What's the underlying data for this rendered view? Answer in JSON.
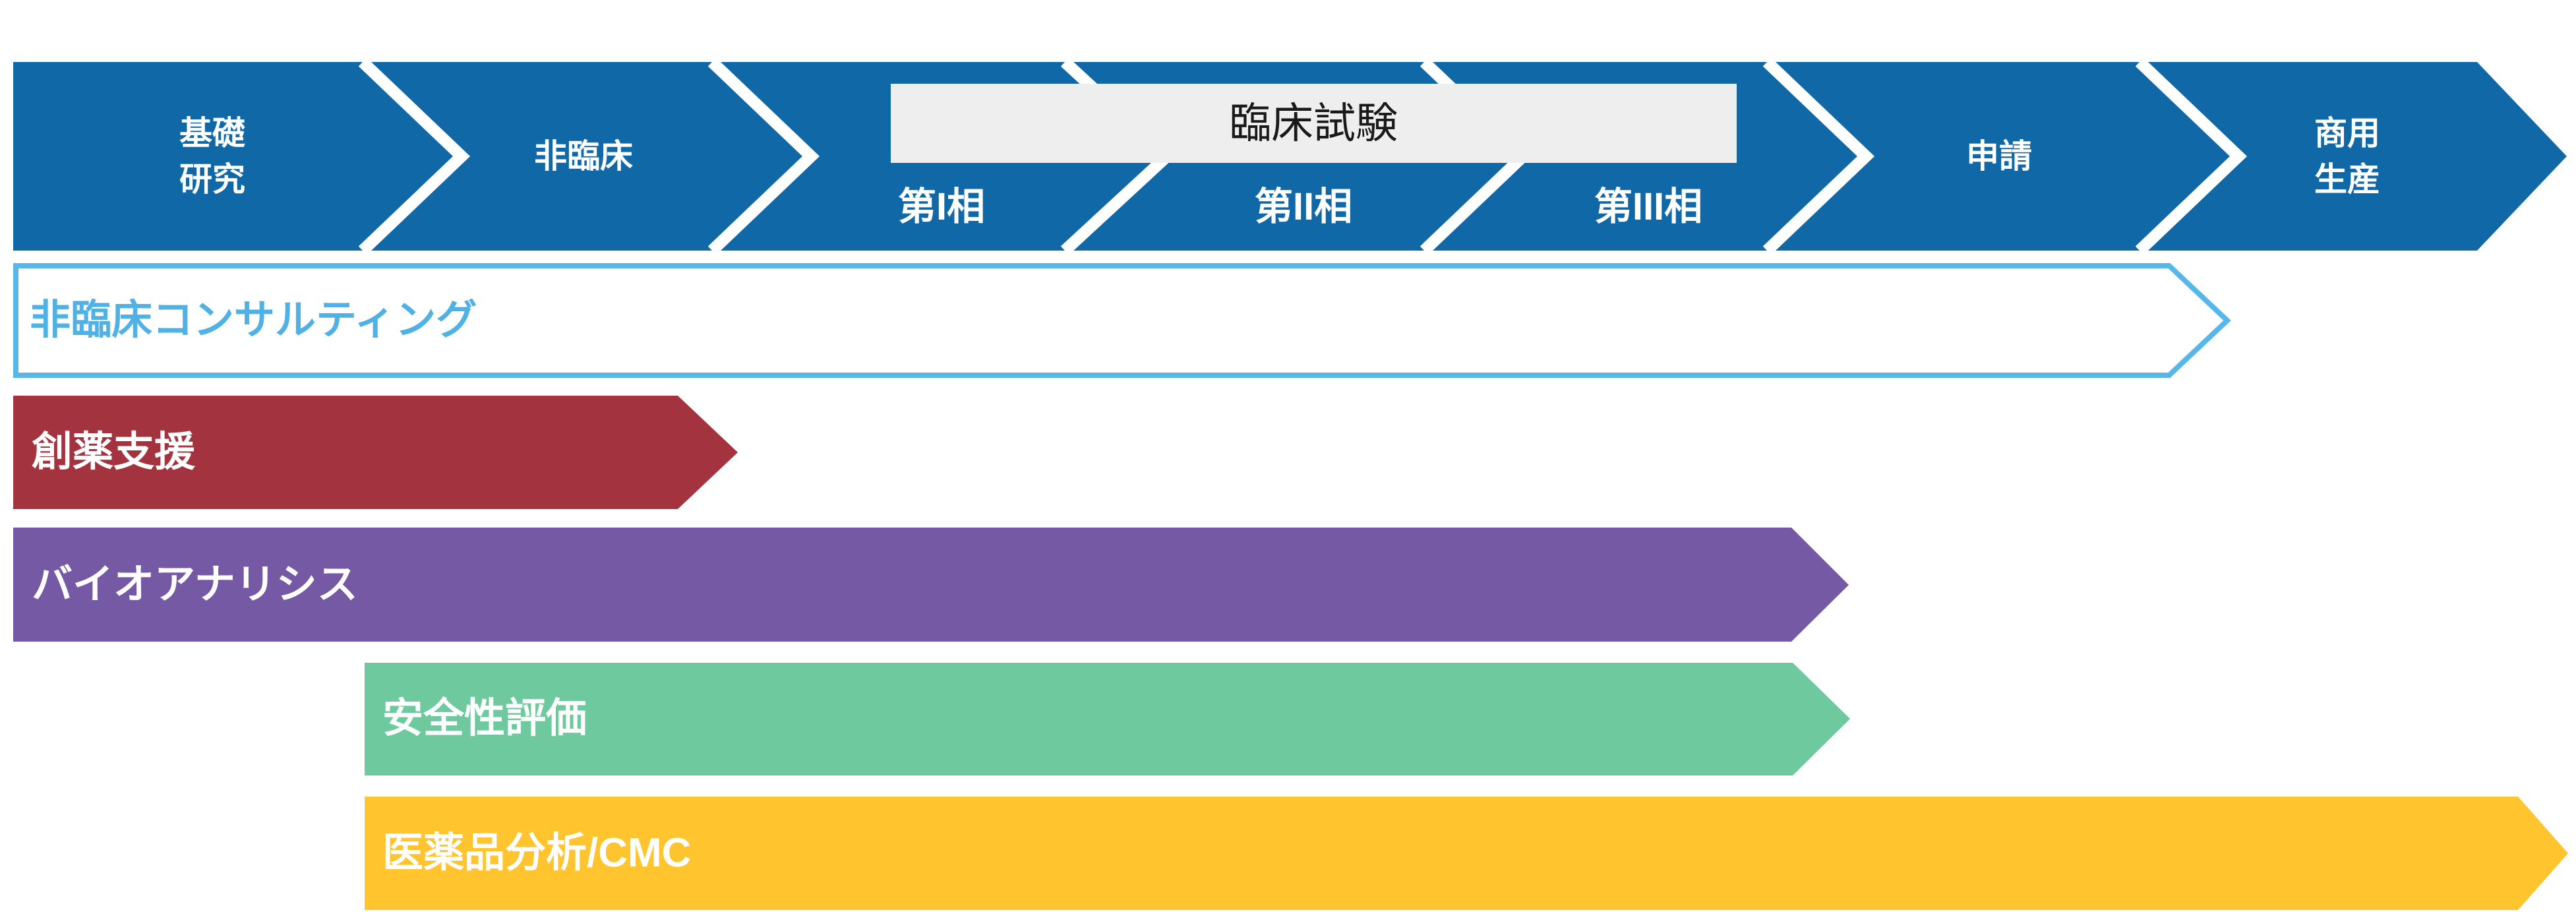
{
  "pipeline": {
    "stages": [
      {
        "id": "basic-research",
        "line1": "基礎",
        "line2": "研究"
      },
      {
        "id": "nonclinical",
        "line1": "非臨床",
        "line2": ""
      },
      {
        "id": "phase-1",
        "line1": "第I相",
        "line2": ""
      },
      {
        "id": "phase-2",
        "line1": "第II相",
        "line2": ""
      },
      {
        "id": "phase-3",
        "line1": "第III相",
        "line2": ""
      },
      {
        "id": "application",
        "line1": "申請",
        "line2": ""
      },
      {
        "id": "commercial-production",
        "line1": "商用",
        "line2": "生産"
      }
    ],
    "clinical_trial_box": {
      "label": "臨床試験"
    }
  },
  "services": [
    {
      "id": "nonclinical-consulting",
      "label": "非臨床コンサルティング",
      "style": "outline",
      "color": "#56b7e8",
      "fill": "#ffffff"
    },
    {
      "id": "drug-discovery-support",
      "label": "創薬支援",
      "style": "filled",
      "color": "#a3333f"
    },
    {
      "id": "bioanalysis",
      "label": "バイオアナリシス",
      "style": "filled",
      "color": "#7659a4"
    },
    {
      "id": "safety-assessment",
      "label": "安全性評価",
      "style": "filled",
      "color": "#6fc99e"
    },
    {
      "id": "pharmaceutical-analysis-cmc",
      "label": "医薬品分析/CMC",
      "style": "filled",
      "color": "#ffc42e"
    }
  ],
  "colors": {
    "stage_blue": "#1168a7",
    "divider_white": "#ffffff",
    "clinical_box_bg": "#eeeeee",
    "clinical_box_text": "#1a1a1a",
    "outline_bar_fill": "#ffffff",
    "outline_bar_border": "#56b7e8",
    "service_red": "#a3333f",
    "service_purple": "#7659a4",
    "service_green": "#6fc99e",
    "service_yellow": "#ffc42e",
    "background": "#ffffff"
  }
}
